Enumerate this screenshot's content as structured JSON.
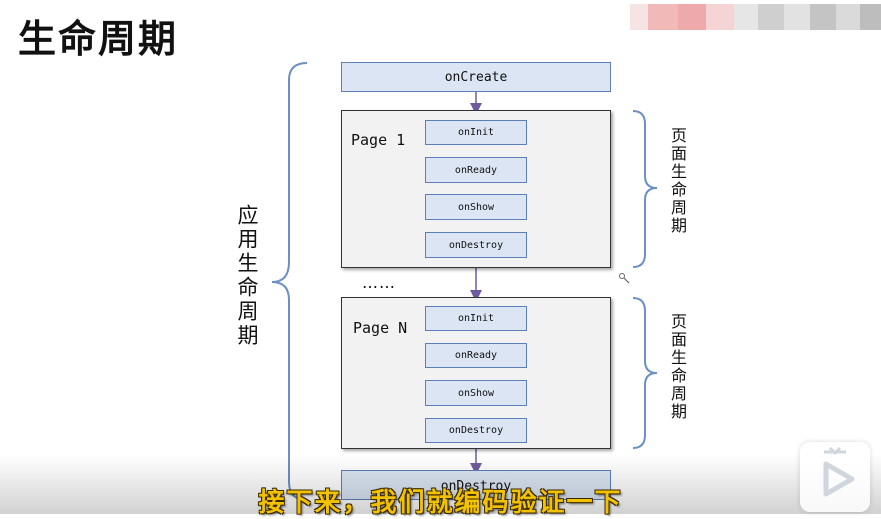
{
  "title": "生命周期",
  "app_brace_label": "应用生命周期",
  "page_brace_label": "页面生命周期",
  "app_events": {
    "create": "onCreate",
    "destroy": "onDestroy"
  },
  "pages": [
    {
      "label": "Page 1",
      "events": [
        "onInit",
        "onReady",
        "onShow",
        "onDestroy"
      ]
    },
    {
      "label": "Page N",
      "events": [
        "onInit",
        "onReady",
        "onShow",
        "onDestroy"
      ]
    }
  ],
  "ellipsis": "……",
  "subtitle": "接下来，我们就编码验证一下",
  "colors": {
    "box_fill": "#dbe5f3",
    "box_border": "#5b7fb6",
    "arrow": "#6f5a9e",
    "brace": "#6b8fc6",
    "subtitle": "#f2c200"
  },
  "icons": {
    "play": "play-icon",
    "cursor": "cursor-icon"
  }
}
